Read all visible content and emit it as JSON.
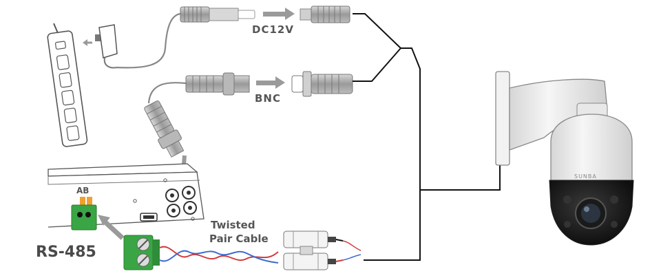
{
  "labels": {
    "dc12v": "DC12V",
    "bnc": "BNC",
    "twisted": "Twisted",
    "pair_cable": "Pair Cable",
    "ab": "AB",
    "rs485": "RS-485",
    "brand": "SUNBA"
  },
  "colors": {
    "text": "#555555",
    "wire": "#111111",
    "cable": "#888888",
    "connector": "#a0a0a0",
    "arrow": "#9a9a9a",
    "terminal_green": "#3aa544",
    "terminal_orange": "#f0a030",
    "twisted_red": "#d23a3a",
    "twisted_blue": "#3a6ad2",
    "camera_body": "#eeeeee",
    "camera_dome": "#1a1a1a"
  },
  "icons": {
    "power_strip": "power-strip-icon",
    "adapter": "power-adapter-icon",
    "dvr": "dvr-recorder-icon",
    "camera": "ptz-dome-camera-icon"
  }
}
